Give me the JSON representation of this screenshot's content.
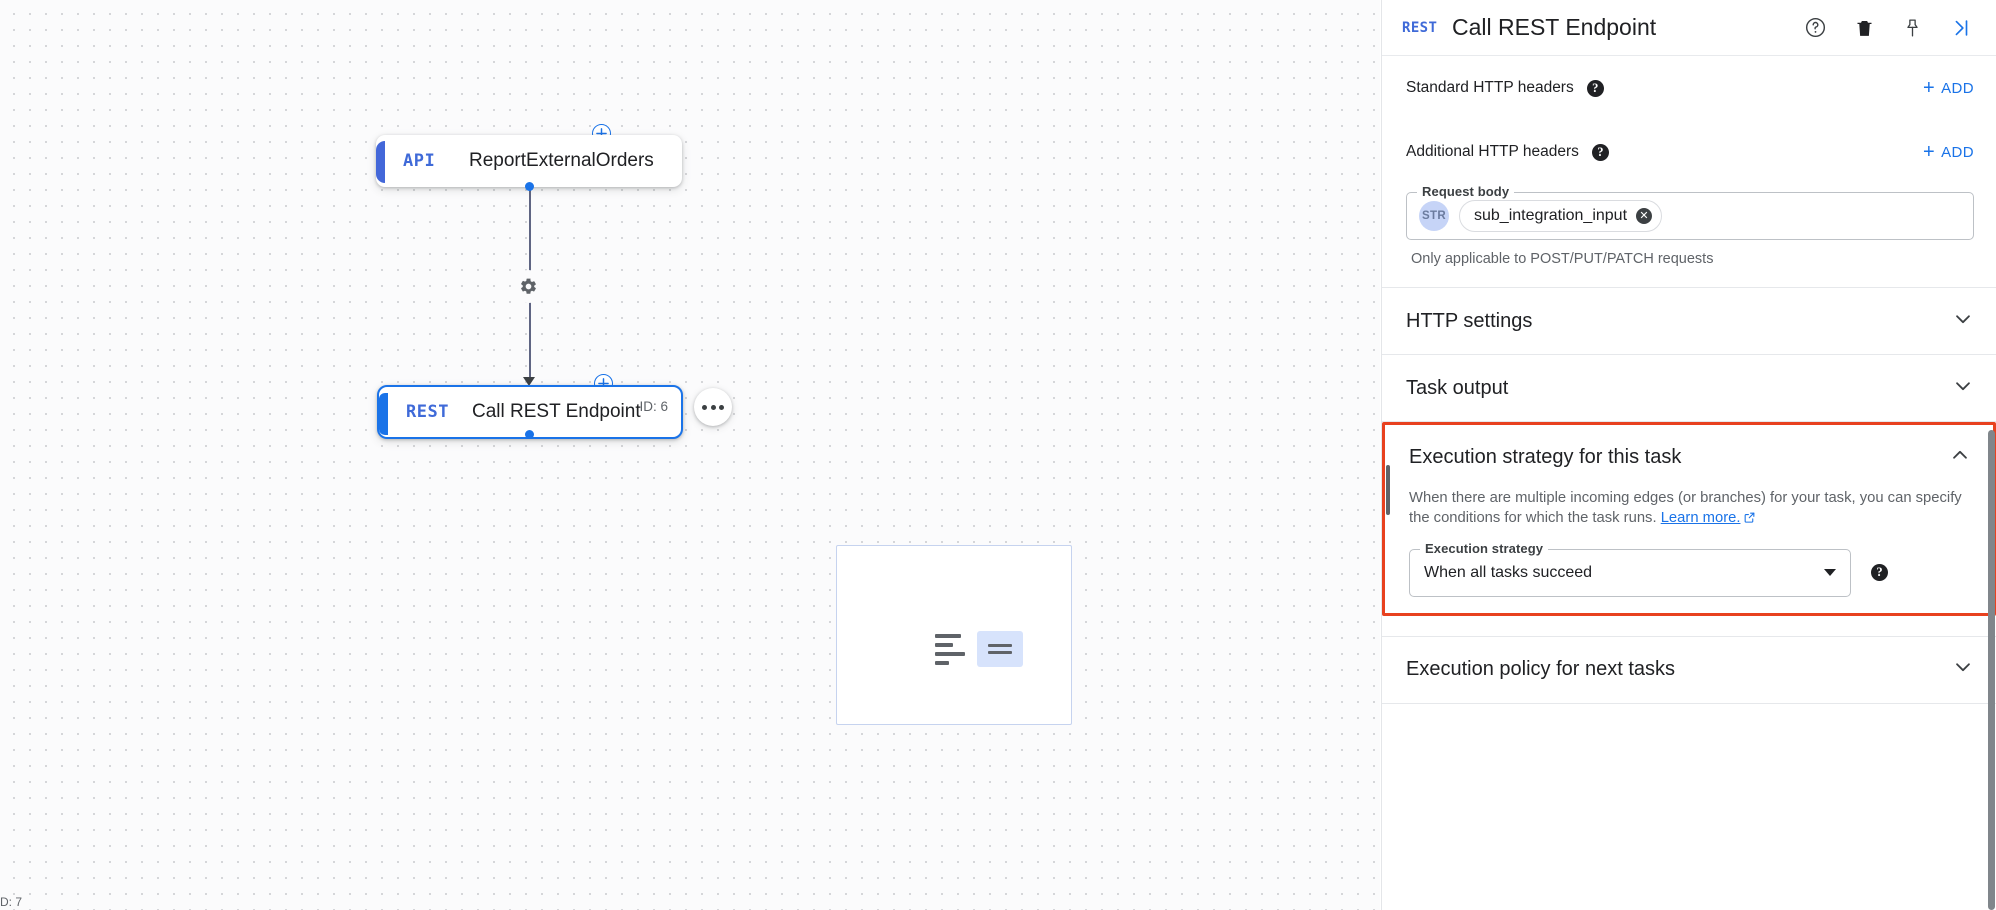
{
  "canvas": {
    "corner_text": "D: 7",
    "nodes": [
      {
        "type": "API",
        "label": "ReportExternalOrders",
        "id_badge": ""
      },
      {
        "type": "REST",
        "label": "Call REST Endpoint",
        "id_badge": "ID: 6"
      }
    ],
    "edge_icon": "gear-icon",
    "add_node_icon": "plus-circle-icon",
    "more_options_icon": "more-horizontal-icon"
  },
  "panel": {
    "header": {
      "badge": "REST",
      "title": "Call REST Endpoint",
      "icons": [
        "help-circle-icon",
        "trash-icon",
        "pin-icon",
        "collapse-panel-icon"
      ]
    },
    "standard_headers": {
      "label": "Standard HTTP headers",
      "help": "?",
      "add_label": "ADD",
      "add_plus": "+"
    },
    "additional_headers": {
      "label": "Additional HTTP headers",
      "help": "?",
      "add_label": "ADD",
      "add_plus": "+"
    },
    "request_body": {
      "field_label": "Request body",
      "type_badge": "STR",
      "value": "sub_integration_input",
      "remove_icon": "✕",
      "hint": "Only applicable to POST/PUT/PATCH requests"
    },
    "sections": {
      "http_settings": {
        "title": "HTTP settings",
        "state": "collapsed"
      },
      "task_output": {
        "title": "Task output",
        "state": "collapsed"
      },
      "execution_strategy": {
        "title": "Execution strategy for this task",
        "state": "expanded",
        "description_line1": "When there are multiple incoming edges (or branches) for your task,",
        "description_line2": "you can specify the conditions for which the task runs.",
        "link_text": "Learn more.",
        "field_label": "Execution strategy",
        "selected_value": "When all tasks succeed",
        "help": "?",
        "highlight_color": "#e8411f"
      },
      "execution_policy": {
        "title": "Execution policy for next tasks",
        "state": "collapsed"
      }
    }
  },
  "colors": {
    "accent_blue": "#1a73e8",
    "node_blue": "#4367d9",
    "highlight_red": "#e8411f",
    "text_primary": "#202124",
    "text_secondary": "#5f6368"
  }
}
